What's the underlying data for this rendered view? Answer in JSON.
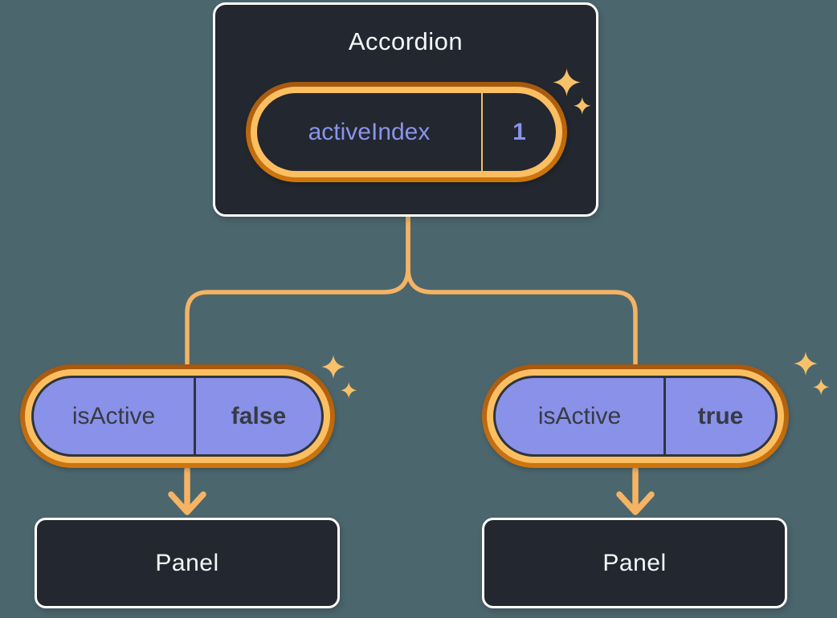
{
  "diagram": {
    "root": {
      "title": "Accordion",
      "pill": {
        "label": "activeIndex",
        "value": "1"
      }
    },
    "left_branch": {
      "pill": {
        "label": "isActive",
        "value": "false"
      },
      "panel": {
        "label": "Panel"
      }
    },
    "right_branch": {
      "pill": {
        "label": "isActive",
        "value": "true"
      },
      "panel": {
        "label": "Panel"
      }
    }
  },
  "colors": {
    "background": "#4C666E",
    "node-fill": "#23272F",
    "node-border": "#FFFFFF",
    "node-text": "#F6F7F9",
    "connector": "#F4B464",
    "ring-light": "#FBBF62",
    "ring-dark-top": "#A6580E",
    "ring-dark-bottom": "#CE760E",
    "purple-fill": "#8A91E8",
    "purple-text": "#8A94EC",
    "dark-text": "#363B45",
    "dark-outline": "#2F343D",
    "sparkle": "#F7C169"
  }
}
